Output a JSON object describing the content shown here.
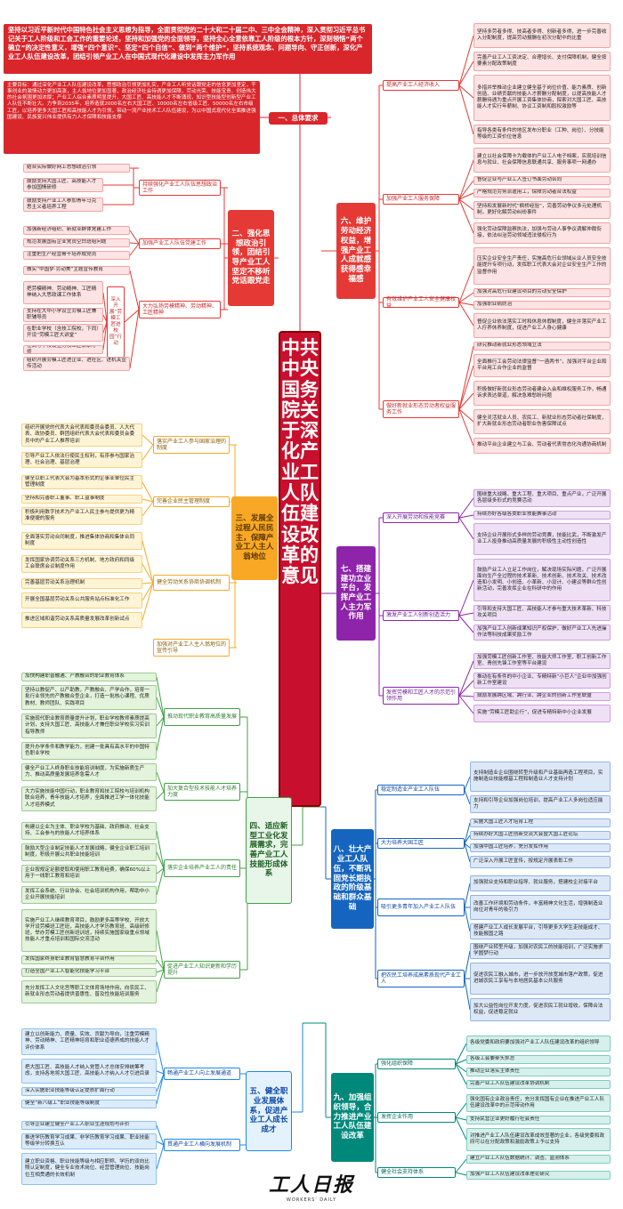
{
  "title": "中共中央国务院关于深化产业工人队伍建设改革的意见",
  "logo": {
    "name": "工人日报",
    "en": "WORKERS' DAILY"
  },
  "top_banner": "坚持以习近平新时代中国特色社会主义思想为指导，全面贯彻党的二十大和二十届二中、三中全会精神，深入贯彻习近平总书记关于工人阶级和工会工作的重要论述，坚持和加强党的全面领导，坚持全心全意依靠工人阶级的根本方针，深刻领悟“两个确立”的决定性意义，增强“四个意识”、坚定“四个自信”、做到“两个维护”，坚持系统观念、问题导向、守正创新，深化产业工人队伍建设改革，团结引领产业工人在中国式现代化建设中发挥主力军作用",
  "s1": {
    "label": "一、总体要求",
    "detail": "主要目标：通过深化产业工人队伍建设改革，思想政治引领更加扎实，产业工人听党话跟党走的信念更加坚定，干事创业的激情动力更加高涨，主人翁地位更加显著，政治经济社会待遇更加保障，劳动光荣、技能宝贵、创造伟大的社会氛围更加浓厚；产业工人综合素质明显提升，大国工匠、高技能人才不断涌现，知识型技能型创新型产业工人队伍不断壮大。力争到2035年，培养造就2000名左右大国工匠、10000名左右省级工匠、50000名左右市级工匠，以培养更多大国工匠和高技能人才为引领，带动一流产业技术工人队伍建设，为以中国式现代化全面推进强国建设、民族复兴伟业提供有力人才保障和技能支撑"
  },
  "s2": {
    "label": "二、强化思想政治引领，团结引导产业工人坚定不移听党话跟党走",
    "m1": "持续强化产业工人队伍思想政治工作",
    "m2": "加强产业工人队伍党建工作",
    "m3": "大力弘扬劳模精神、劳动精神、工匠精神",
    "sub": "深入开展“劳模工匠进校园”行动",
    "items": [
      "结合实际做好网上思想政治引领",
      "鼓励支持大国工匠、高技能人才参加国情研修",
      "鼓励支持产业工人参加青年马克思主义者培养工程",
      "加强新经济组织、新就业群体党建工作",
      "规范发展国有企业党员空白班组问题",
      "注重把生产经营骨干培养成党员",
      "做实“中国梦·劳动美”主题宣传教育",
      "把劳模精神、劳动精神、工匠精神纳入大思政课工作体系",
      "支持在大中小学设立劳模工匠兼职辅导员",
      "在职业学校（含技工院校，下同）开设“劳模工匠大讲堂”",
      "在高等学校设立劳模工匠兼职导师",
      "组织开展劳模工匠进企业、进社区、进机关宣传活动"
    ]
  },
  "s3": {
    "label": "三、发展全过程人民民主，保障产业工人主人翁地位",
    "m1": "落实产业工人参与国家治理的制度",
    "m2": "完善企业民主管理制度",
    "m3": "健全劳动关系协商协调机制",
    "m4": "加强对产业工人主人翁地位的宣传引导",
    "items": [
      "组织开展党的代表大会代表和委员会委员、人大代表、政协委员、群团组织代表大会代表和委员会委员中的产业工人推荐培训",
      "引导产业工人依法行使民主权利，有序参与国家治理、社会治理、基层治理",
      "健全以职工代表大会为基本形式的企事业单位民主管理制度",
      "坚持和完善职工董事、职工监事制度",
      "积极利用数字技术为产业工人民主参与提供更为精准便捷的服务",
      "全面落实劳动合同制度，推进集体协商和集体合同制度",
      "发挥国家协调劳动关系三方机制、地方政府和同级工会联席会议制度作用",
      "完善基层劳动关系治理机制",
      "开展全国基层劳动关系公共服务站点标准化工作",
      "推进区域和谐劳动关系高质量发展改革创新试点"
    ]
  },
  "s4": {
    "label": "四、适应新型工业化发展需求，完善产业工人技能形成体系",
    "m1": "推动现代职业教育高质量发展",
    "m2": "加大复合型技术技能人才培养力度",
    "m3": "落实企业培养产业工人的责任",
    "m4": "促进产业工人知识更新和学历提升",
    "items": [
      "加快构建职普融通、产教融合的职业教育体系",
      "坚持以教促产、以产助教，产教融合、产学合作，培育一批行业领先的产教融合型企业，打造一批核心课程、优质教材、教师团队、实践项目",
      "实施现代职业教育质量提升计划，职业学校教师素质提高计划，支持大国工匠、高技能人才兼任职业学校实习实训指导教师",
      "提升办学条件和教学能力，创建一批具有高水平的中国特色职业学校",
      "健全产业工人终身职业技能培训制度，为实施新质生产力、推动高质量发展培养急需人才",
      "大力实施技能中国行动，职业教育和技工院校与培训机构联合培养，青年技能人才培养，全面推进工学一体化技能人才培养模式",
      "构建以企业为主体、职业学校为基础、政府推动、社会支持、工会参与的技能人才培养体系",
      "鼓励大型企业制定技能人才发展战略，健全企业职工培训制度，积极开展公共职业技能培训",
      "企业按规定足额提取和使用职工教育经费，确保60%以上用于一线职工教育和培训",
      "发挥工会系统、行业协会、社会培训机构作用，帮助中小企业开展技能培训",
      "实施产业工人继续教育项目，鼓励更多高等学校、开放大学开设劳模班工匠班，高技能人才学历教育班、高级研修班，举办劳模工匠创新班训班，持续实施国家级重点领域技能人才重点培训和国际交流活动",
      "发挥国家终身职业教育智慧教育平台作用",
      "打造全国产业工人智能化技能学习平台",
      "充分发挥工人文化宫等职工文体育场地作用，向农民工、新就业形态劳动者提供普惠性、普及性技能培训服务"
    ]
  },
  "s5": {
    "label": "五、健全职业发展体系，促进产业工人成长成才",
    "m1": "畅通产业工人向上发展通道",
    "m2": "贯通产业工人横向发展机制",
    "items": [
      "建立以创新能力、质量、实效、贡献为导向，注重劳模精神、劳动精神、工匠精神培育和职业道德养成的技能人才评价体系",
      "把大国工匠、高技能人才纳入党管人才总体安排统筹考虑，支持各地将大国工匠、高技能人才纳入人才引进目录",
      "深入实施职业技能等级认定提质扩面行动",
      "健全“新八级工”职业技能等级制度",
      "引导企业建立健全产业工人职业生涯规划与评价",
      "推进学历教育学习成果、非学历教育学习成果、职业技能等级学分转换互认",
      "建立职业资格、职业技能等级与相应职称、学历的双向比照认定制度，健全专业技术岗位、经营管理岗位、技能岗位互相贯通的长效机制"
    ]
  },
  "s6": {
    "label": "六、维护劳动经济权益，增强产业工人成就感获得感幸福感",
    "m1": "提高产业工人经济收入",
    "m2": "加强产业工人服务保障",
    "m3": "有效维护产业工人安全健康权益",
    "m4": "做好新就业形态劳动者权益服务工作",
    "items": [
      "坚持多劳者多得、技高者多得、创新者多得，进一步完善收入分配制度，提高劳动报酬在初次分配中的比重",
      "完善产业工人工资决定、合理增长、支付保障机制，健全按要素分配政策制度",
      "多措并举推动企业建立健全基于岗位价值、能力素质、创新创造、业绩贡献的技能人才薪酬分配制度，以提高技能人才薪酬待遇为重点开展工资集体协商，探索对大国工匠、高技能人才实行年薪制、协议工资制和股权激励等",
      "指导各类有条件的地区发布分职业（工种、岗位）、分技能等级的工资价位信息",
      "建立以社会保障卡为载体的产业工人电子档案，实现培训信息与就业、社会保障信息联通共享、服务事项一网通办",
      "督促企业与产业工人签订书面劳动合同",
      "严格规范劳务派遣用工，保障劳动者合法权益",
      "坚持和发展新时代“枫桥经验”，完善劳动争议多元处理机制，更好化解劳动纠纷事件",
      "强化劳动保障监察执法，加强与劳动人事争议调解仲裁衔接，依法纠治劳动领域违法侵权行为",
      "压实企业安全生产责任，实施高危行业领域从业人员安全技能提升专项行动，发挥职工代表大会对企业安全生产工作的监督作用",
      "加强对高危行业建设项目的劳动安全保护",
      "加强职业病防治",
      "督促企业依法落实工时和休息休假制度，健全并落实产业工人疗养休养制度，促进产业工人身心健康",
      "研究推动新就业形态领域立法",
      "全面推行工会劳动法律监督“一函两书”，加强对平台企业和平台用工合作企业的监督",
      "积极做好新就业形态劳动者建会入会和维权服务工作，畅通诉求表达渠道，解决急难愁盼问题",
      "健全灵活就业人员、农民工、新就业形态劳动者社保制度，扩大新就业形态劳动者职业伤害保障试点",
      "推动平台企业建立与工会、劳动者代表常态化沟通协商机制"
    ]
  },
  "s7": {
    "label": "七、搭建建功立业平台，发挥产业工人主力军作用",
    "m1": "深入开展劳动和技能竞赛",
    "m2": "激发产业工人创新创造活力",
    "m3": "发挥劳模和工匠人才的示范引领作用",
    "items": [
      "围绕重大战略、重大工程、重大项目、重点产业，广泛开展各层级多形式的竞赛活动",
      "持续办好各级各类职业技能赛事活动",
      "支持企业开展形式多样的劳动竞赛，技能比武，不断激发产业工人投身推动高质量发展的积极性主动性创造性",
      "鼓励产业工人立足工作岗位，解决现场实际问题，广泛开展面向生产全过程的技术革新、技术创新、技术攻关、技术改造和小发明、小创造、小革新、小设计、小建议等群众性创新活动，完善发挥企业在科研中的作用",
      "引导和支持大国工匠、高技能人才参与重大技术革新、科技攻关项目",
      "加强产业工人创新成果知识产权保护，做好产业工人先进操作法等科技成果奖励工作",
      "加强劳模工匠创新工作室、技能大师工作室、职工创新工作室、青创先锋工作室等平台建设",
      "推动在有条件的中小企业、专精特新“小巨人”企业中加强创新工作室建设",
      "鼓励发展跨区域、跨行业、跨企业的创新工作室联盟",
      "实施“劳模工匠助企行”，促进专精特新中小企业发展"
    ]
  },
  "s8": {
    "label": "八、壮大产业工人队伍，不断巩固党长期执政的阶级基础和群众基础",
    "m1": "稳定制造业产业工人队伍",
    "m2": "大力培养大国工匠",
    "m3": "吸引更多青年加入产业工人队伍",
    "m4": "把农民工培养成高素质现代产业工人",
    "items": [
      "支持制造业企业围绕转型升级和产业基础再造工程项目，实施制造业技能根基工程和制造业人才支持计划",
      "支持和引导企业加强岗位培训，提高产业工人多岗位适应能力",
      "实施大国工匠人才培育工程",
      "持续办好大国工匠创新交流大会暨大国工匠论坛",
      "加强中国工匠培养，充分发挥作用",
      "广泛深入开展工匠宣传，按规定开展表彰工作",
      "加强就业支持和职业指导、就业服务，搭建校企对接平台",
      "改善工作环境和劳动条件，丰富精神文化生活，增强制造业岗位对青年的吸引力",
      "搭建产业工人成长发展平台，引导更多大学生走技能成才、技能报国之路",
      "围绕产业转型升级，加强对农民工的技能培训，广泛实施求学圆梦行动",
      "促进农民工融入城市，进一步放开放宽城市落户政策，促进进城农民工享有与本地居民基本公共服务",
      "加大公益性岗位开发力度，促进农民工就业增收，保障合法权益，促进稳定就业"
    ]
  },
  "s9": {
    "label": "九、加强组织领导，合力推进产业工人队伍建设改革",
    "m1": "强化组织保障",
    "m2": "发挥企业作用",
    "m3": "健全社会支持体系",
    "items": [
      "各级党委和政府要加强对产业工人队伍建设改革的组织领导",
      "各级工会要牵头抓总",
      "推动企业落实主体责任",
      "完善产业工人队伍建设改革协调机制",
      "强化国有企业政治责任，充分发挥国有企业在推进产业工人队伍建设改革中的示范带动作用",
      "支持民营企业更好履行社会责任",
      "对推进产业工人队伍建设改革成效显著的企业，各级党委和政府可以在分配政策和激励政策上予以支持",
      "建立产业工人队伍数据统计、调查、监测体系",
      "加强产业工人队伍建设改革理论研究"
    ]
  }
}
